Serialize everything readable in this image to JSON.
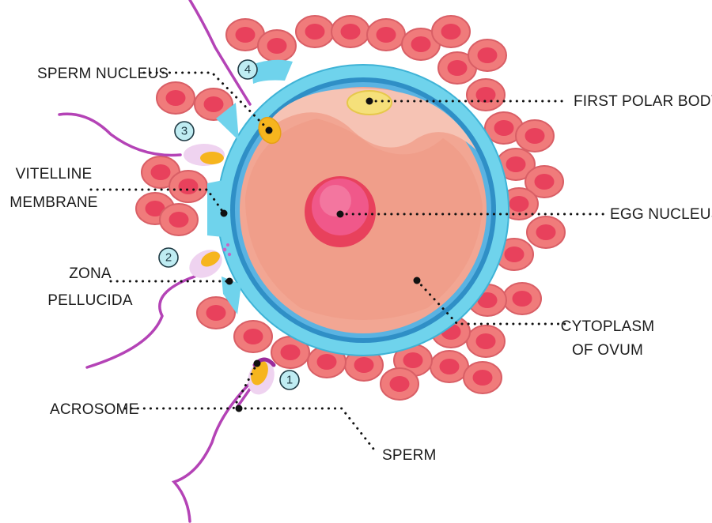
{
  "labels": {
    "sperm_nucleus": "SPERM NUCLEUS",
    "first_polar_body": "FIRST POLAR BODY",
    "vitelline_line1": "VITELLINE",
    "vitelline_line2": "MEMBRANE",
    "egg_nucleus": "EGG NUCLEUS",
    "zona_line1": "ZONA",
    "zona_line2": "PELLUCIDA",
    "cytoplasm_line1": "CYTOPLASM",
    "cytoplasm_line2": "OF OVUM",
    "acrosome": "ACROSOME",
    "sperm": "SPERM"
  },
  "steps": [
    "1",
    "2",
    "3",
    "4"
  ],
  "colors": {
    "corona_cell": "#f07b7b",
    "corona_nucleus": "#e8415c",
    "zona_pellucida": "#6fd3ec",
    "vitelline_membrane": "#2f8fc6",
    "cytoplasm": "#f2a693",
    "egg_nucleus": "#f0588a",
    "polar_body": "#f5e07a",
    "sperm_tail": "#b443b6",
    "acrosome": "#f6b51e",
    "step_badge": "#bfecf2"
  }
}
